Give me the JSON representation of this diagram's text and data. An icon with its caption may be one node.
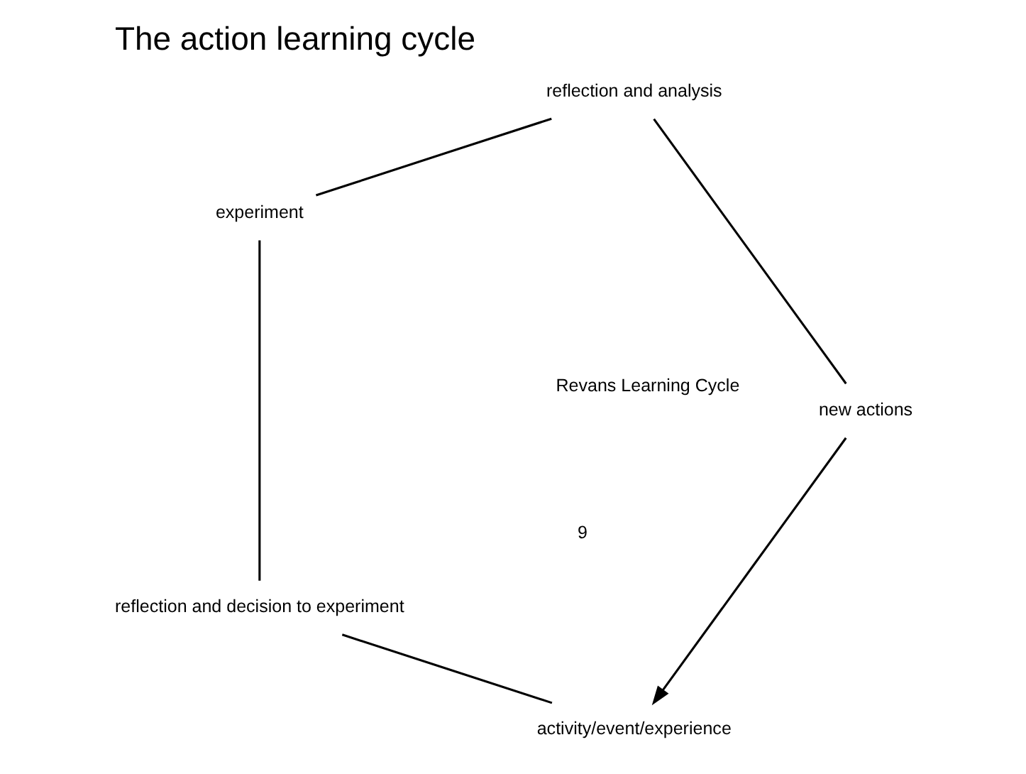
{
  "diagram": {
    "title": "The action learning cycle",
    "nodes": [
      {
        "text": [
          "activity/event/experience"
        ]
      },
      {
        "text": [
          "reflection and decision to experiment"
        ]
      },
      {
        "text": [
          "experiment"
        ]
      },
      {
        "text": [
          "reflection and analysis"
        ]
      },
      {
        "text": [
          "new actions"
        ]
      }
    ],
    "edges": [
      {
        "from": 0,
        "to": 1,
        "arrow": "none"
      },
      {
        "from": 1,
        "to": 2,
        "arrow": "none"
      },
      {
        "from": 2,
        "to": 3,
        "arrow": "none"
      },
      {
        "from": 3,
        "to": 4,
        "arrow": "none"
      },
      {
        "from": 4,
        "to": 0,
        "arrow": "to"
      }
    ],
    "labels": [
      "Revans Learning Cycle",
      "9"
    ]
  }
}
